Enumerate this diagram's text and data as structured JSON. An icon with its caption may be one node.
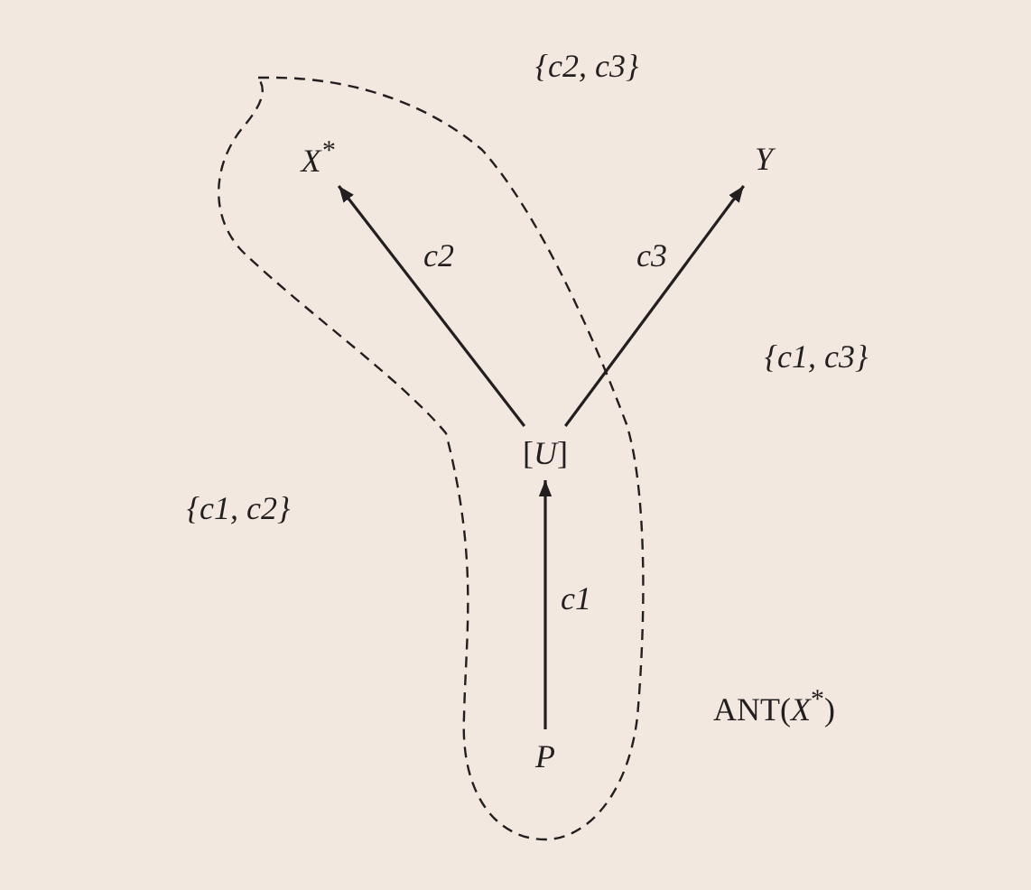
{
  "diagram": {
    "nodes": [
      {
        "text": [
          "ANT(*X*$^{*}$)"
        ]
      },
      {
        "text": [
          "X$^{*}$"
        ],
        "in": 0
      },
      {
        "text": [
          "Y"
        ]
      },
      {
        "text": [
          "[*U*]"
        ],
        "in": 0
      },
      {
        "text": [
          "P"
        ],
        "in": 0
      }
    ],
    "edges": [
      {
        "from": 3,
        "to": 1,
        "arrow": "to",
        "label": "c2"
      },
      {
        "from": 3,
        "to": 2,
        "arrow": "to",
        "label": "c3"
      },
      {
        "from": 4,
        "to": 3,
        "arrow": "to",
        "label": "c1"
      }
    ],
    "labels": [
      "{c2, c3}",
      "{c1, c3}",
      "{c1, c2}"
    ]
  }
}
